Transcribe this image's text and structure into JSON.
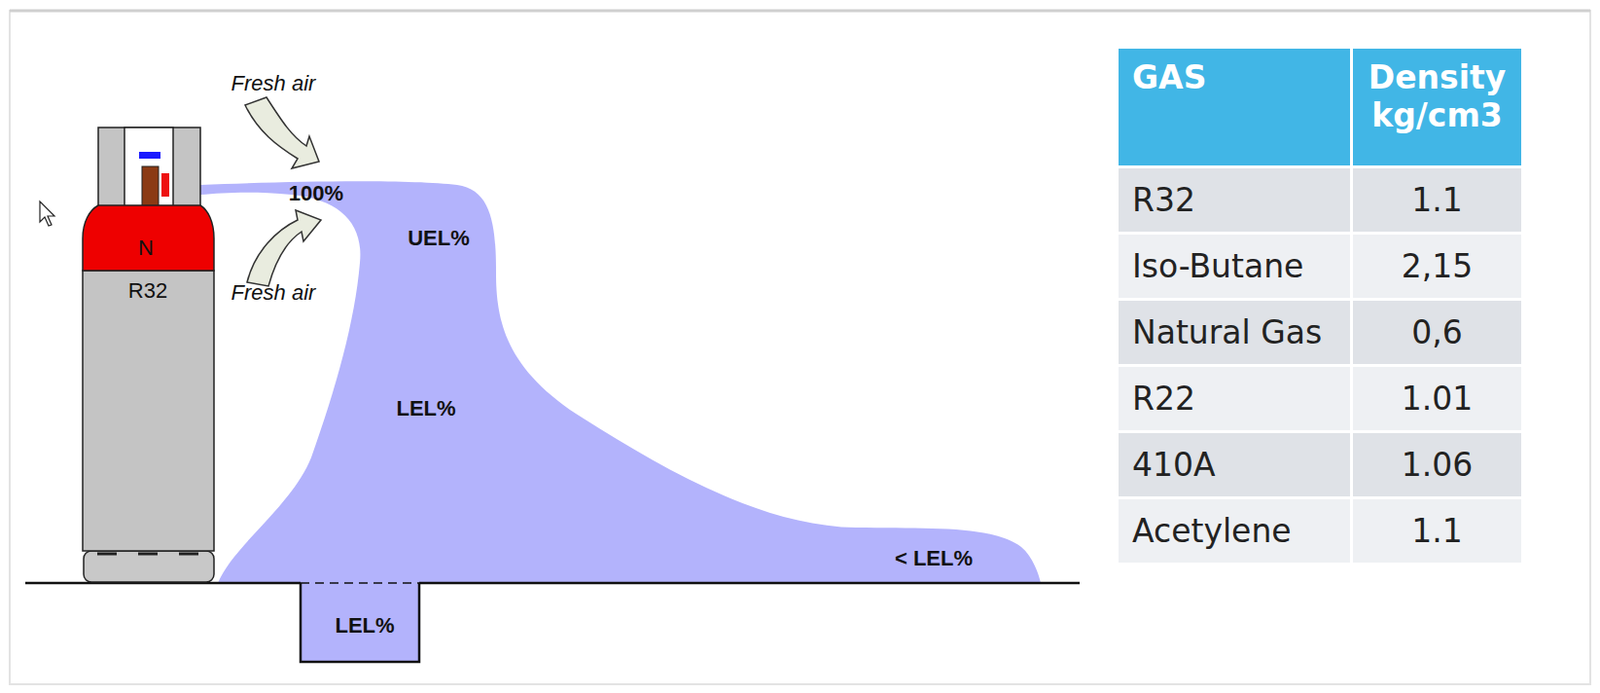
{
  "diagram": {
    "labels": [
      "Fresh air",
      "Fresh air",
      "N",
      "R32",
      "100%",
      "UEL%",
      "LEL%",
      "< LEL%",
      "LEL%",
      "GAS",
      "Density kg/cm3",
      "R32",
      "1.1",
      "Iso-Butane",
      "2,15",
      "Natural Gas",
      "0,6",
      "R22",
      "1.01",
      "410A",
      "1.06",
      "Acetylene",
      "1.1"
    ]
  }
}
